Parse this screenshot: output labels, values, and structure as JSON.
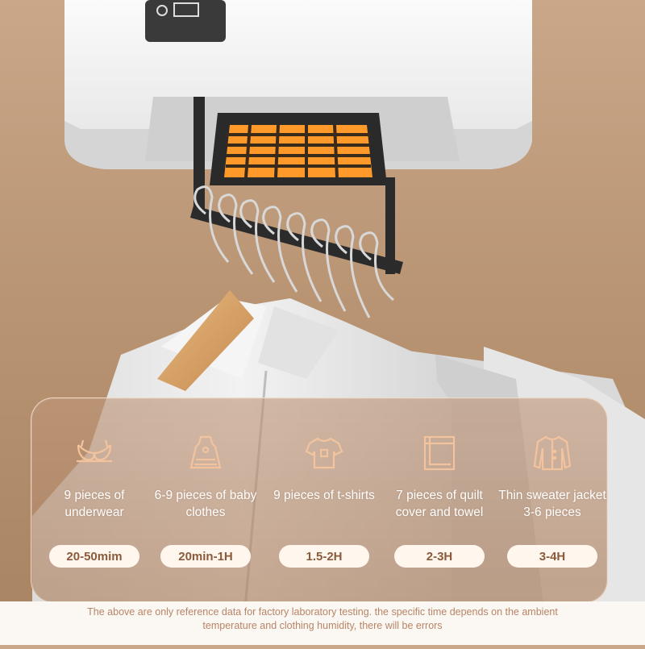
{
  "items": [
    {
      "icon": "bra-icon",
      "label": "9 pieces of underwear",
      "time": "20-50mim"
    },
    {
      "icon": "baby-dress-icon",
      "label": "6-9 pieces of baby clothes",
      "time": "20min-1H"
    },
    {
      "icon": "tshirt-icon",
      "label": "9 pieces of t-shirts",
      "time": "1.5-2H"
    },
    {
      "icon": "towel-icon",
      "label": "7 pieces of quilt cover and towel",
      "time": "2-3H"
    },
    {
      "icon": "cardigan-icon",
      "label": "Thin sweater jacket 3-6 pieces",
      "time": "3-4H"
    }
  ],
  "footnote": "The above are only reference data for factory laboratory testing. the specific time depends on the ambient temperature and clothing humidity, there will be errors",
  "colors": {
    "accent": "#f3c39d",
    "pill_text": "#8a5a3a",
    "footnote": "#b88466"
  }
}
